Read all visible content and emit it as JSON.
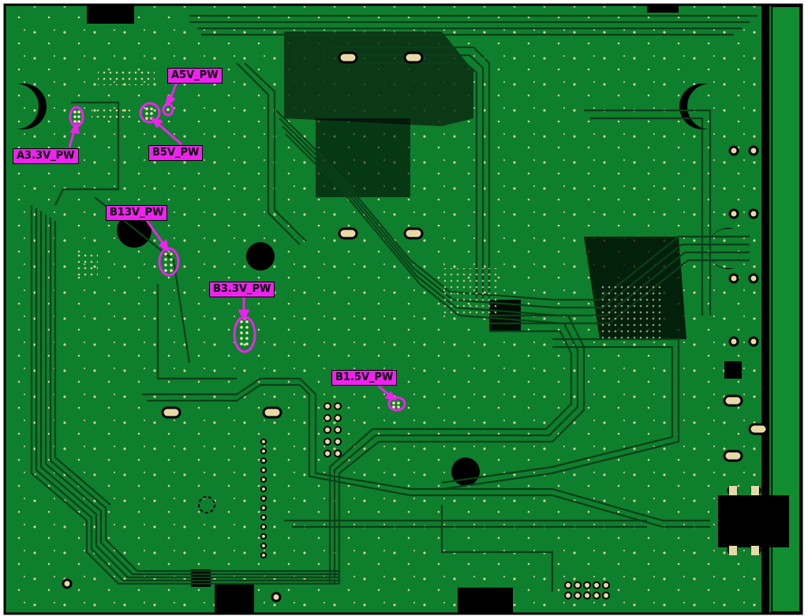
{
  "labels": {
    "a5v": "A5V_PW",
    "a33v": "A3.3V_PW",
    "b5v": "B5V_PW",
    "b13v": "B13V_PW",
    "b33v": "B3.3V_PW",
    "b15v": "B1.5V_PW"
  },
  "colors": {
    "board": "#0e7f2c",
    "trace": "#0a3f1a",
    "outline": "#000000",
    "pad": "#e8d9a8",
    "highlight": "#ee22ee"
  }
}
